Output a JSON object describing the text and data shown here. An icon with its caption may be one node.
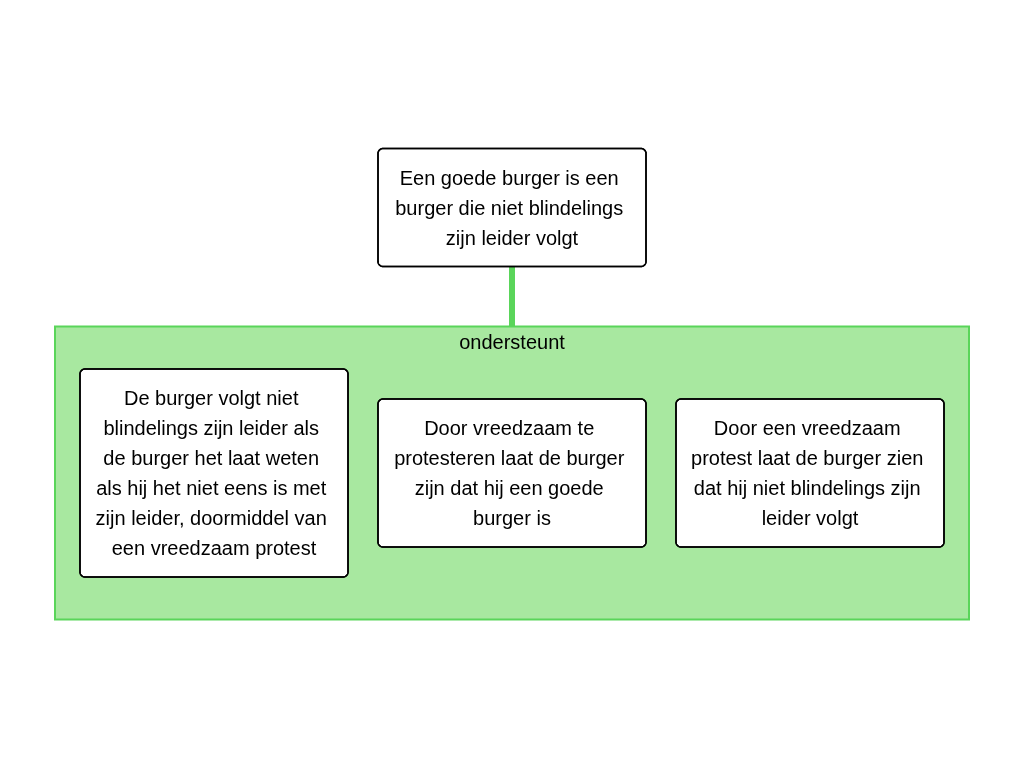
{
  "diagram": {
    "nodes": [
      {
        "text": [
          "Een goede burger is een burger die niet blindelings zijn leider volgt"
        ]
      },
      {
        "text": [
          "ondersteunt"
        ]
      },
      {
        "text": [
          "De burger volgt niet blindelings zijn leider als de burger het laat weten als hij het niet eens is met zijn leider, doormiddel van een vreedzaam protest"
        ],
        "in": 1
      },
      {
        "text": [
          "Door vreedzaam te protesteren laat de burger zijn dat hij een goede burger is"
        ],
        "in": 1
      },
      {
        "text": [
          "Door een vreedzaam protest laat de burger zien dat hij niet blindelings zijn leider volgt"
        ],
        "in": 1
      }
    ],
    "edges": [
      {
        "from": 1,
        "to": 0,
        "arrow": "none"
      }
    ]
  }
}
